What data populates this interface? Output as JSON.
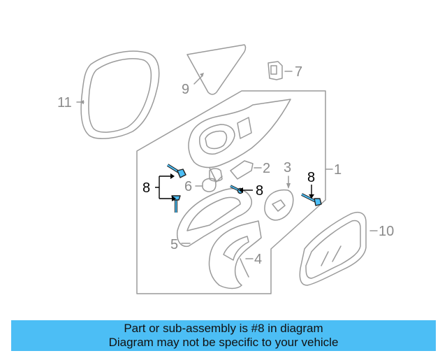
{
  "diagram": {
    "callouts": {
      "c1": "1",
      "c2": "2",
      "c3": "3",
      "c4": "4",
      "c5": "5",
      "c6": "6",
      "c7": "7",
      "c8a": "8",
      "c8b": "8",
      "c8c": "8",
      "c9": "9",
      "c10": "10",
      "c11": "11"
    },
    "highlighted_part": "8",
    "highlight_color": "#4cbef5",
    "line_color": "#9a9a9a"
  },
  "banner": {
    "line1": "Part or sub-assembly is #8 in diagram",
    "line2": "Diagram may not be specific to your vehicle",
    "background": "#4cbef5"
  }
}
